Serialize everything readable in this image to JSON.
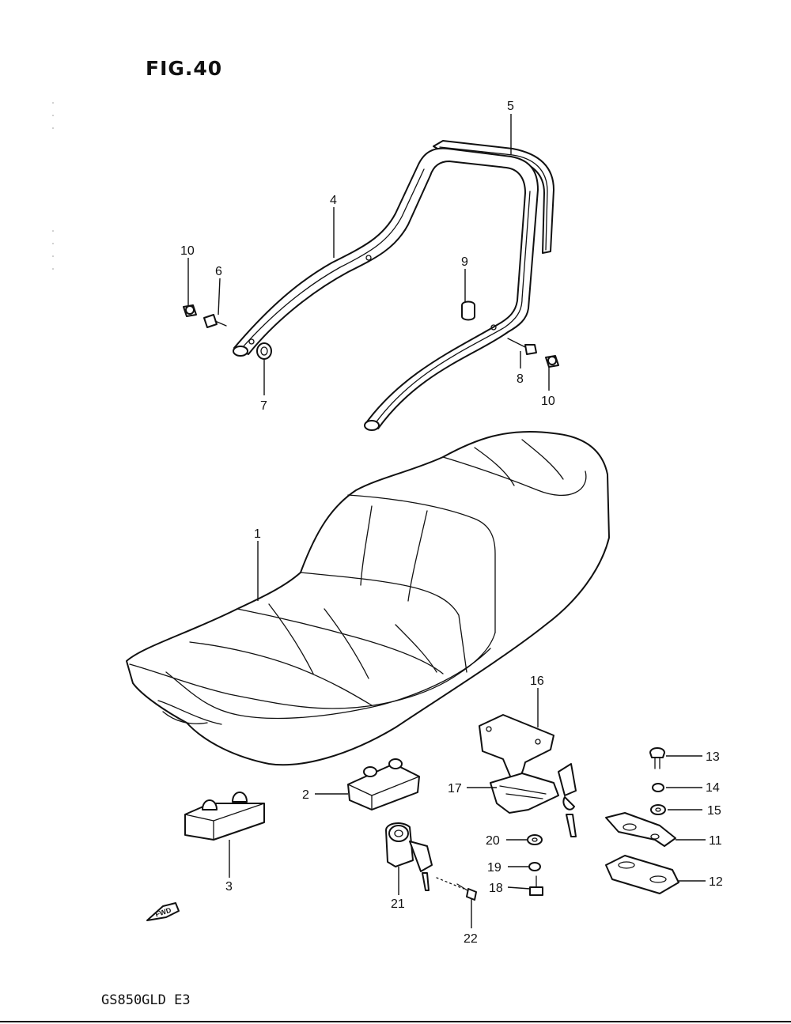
{
  "figure": {
    "title": "FIG.40",
    "model_code": "GS850GLD E3",
    "fwd_marker": "FWD"
  },
  "callouts": [
    {
      "id": "1"
    },
    {
      "id": "2"
    },
    {
      "id": "3"
    },
    {
      "id": "4"
    },
    {
      "id": "5"
    },
    {
      "id": "6"
    },
    {
      "id": "7"
    },
    {
      "id": "8"
    },
    {
      "id": "9"
    },
    {
      "id": "10a",
      "label": "10"
    },
    {
      "id": "10b",
      "label": "10"
    },
    {
      "id": "11"
    },
    {
      "id": "12"
    },
    {
      "id": "13"
    },
    {
      "id": "14"
    },
    {
      "id": "15"
    },
    {
      "id": "16"
    },
    {
      "id": "17"
    },
    {
      "id": "18"
    },
    {
      "id": "19"
    },
    {
      "id": "20"
    },
    {
      "id": "21"
    },
    {
      "id": "22"
    }
  ],
  "labels": {
    "c1": "1",
    "c2": "2",
    "c3": "3",
    "c4": "4",
    "c5": "5",
    "c6": "6",
    "c7": "7",
    "c8": "8",
    "c9": "9",
    "c10a": "10",
    "c10b": "10",
    "c11": "11",
    "c12": "12",
    "c13": "13",
    "c14": "14",
    "c15": "15",
    "c16": "16",
    "c17": "17",
    "c18": "18",
    "c19": "19",
    "c20": "20",
    "c21": "21",
    "c22": "22"
  }
}
